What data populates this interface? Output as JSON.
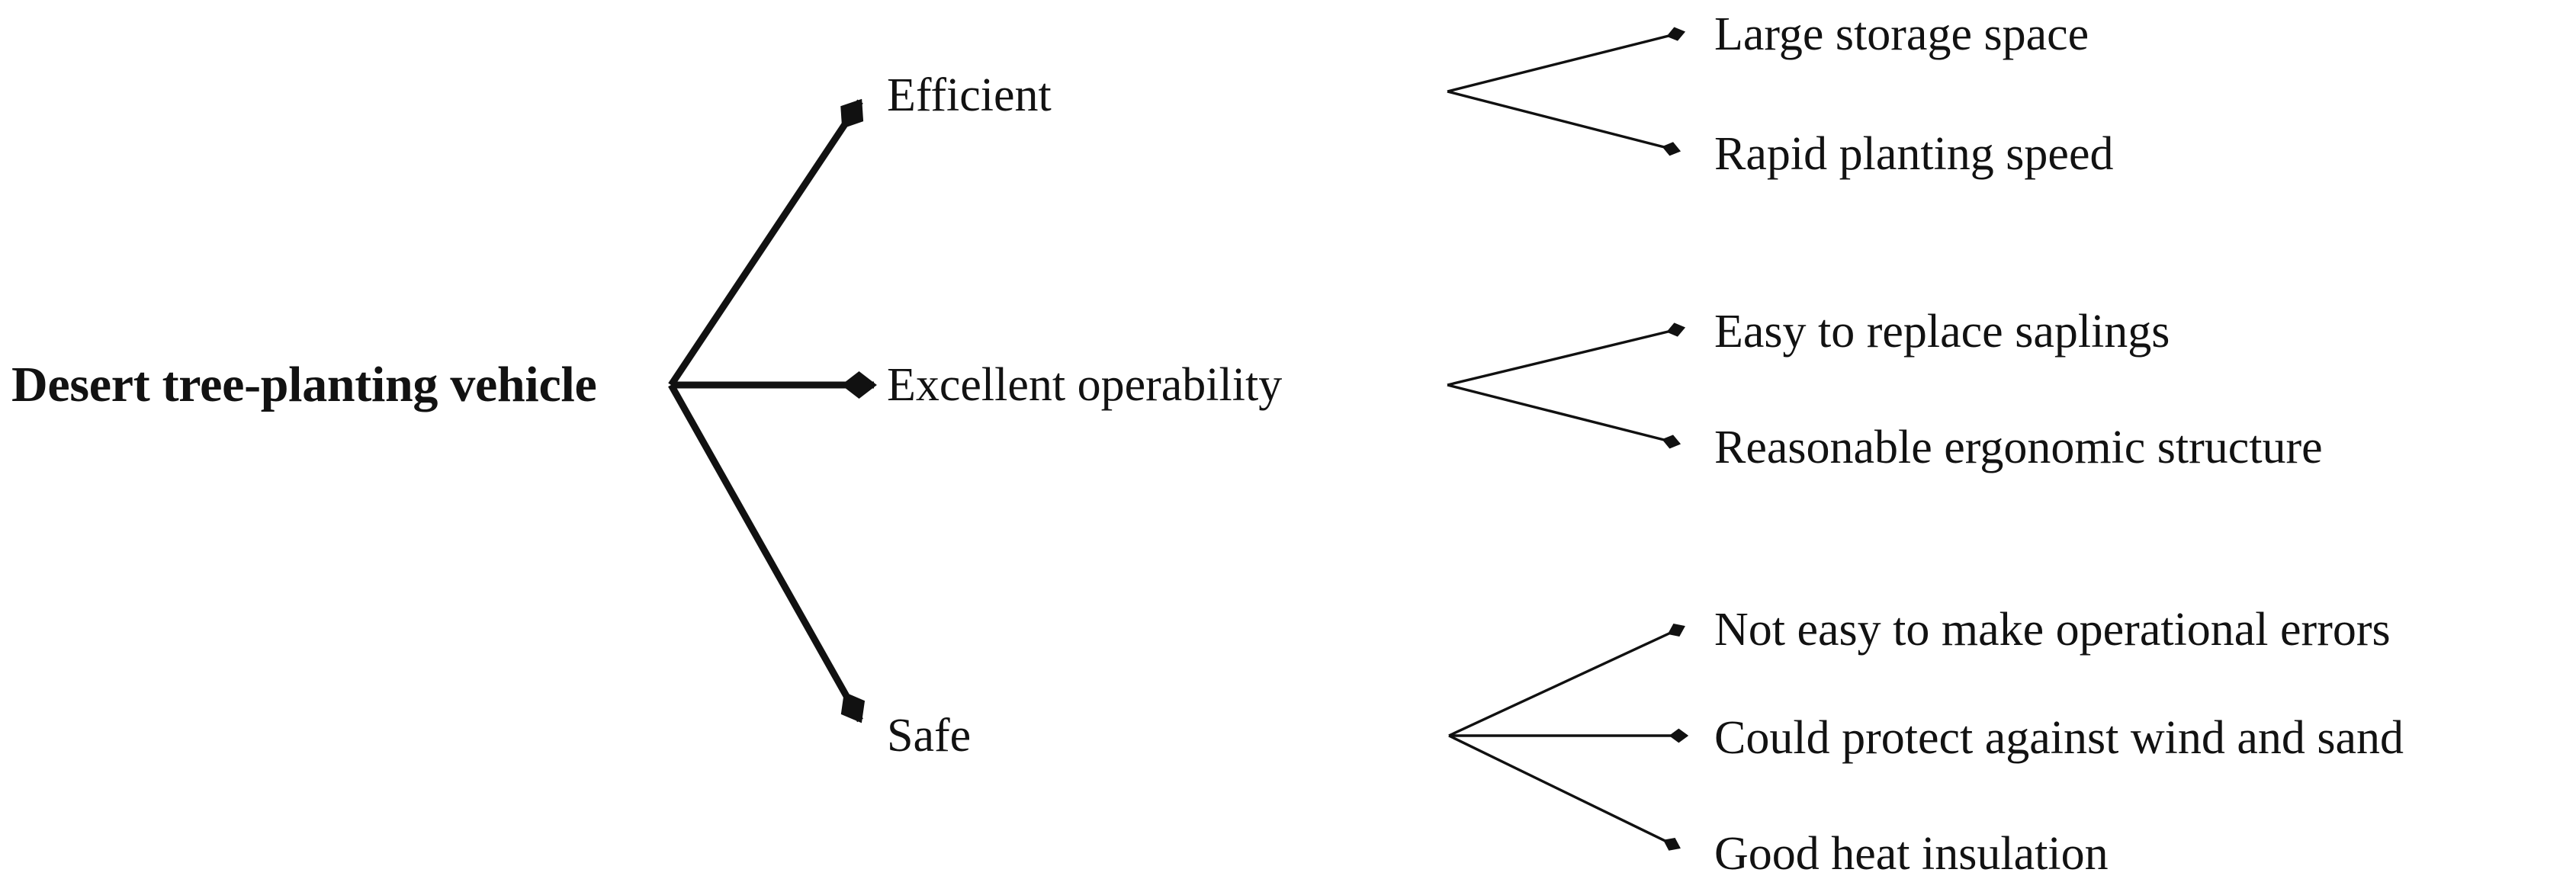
{
  "diagram": {
    "type": "tree-mindmap",
    "orientation": "left-to-right",
    "background_color": "#ffffff",
    "line_color": "#111111",
    "text_color": "#121212",
    "arrowhead_shape": "kite-diamond",
    "root": {
      "label": "Desert tree-planting vehicle"
    },
    "branches": [
      {
        "label": "Efficient",
        "leaves": [
          {
            "label": "Large storage space"
          },
          {
            "label": "Rapid planting speed"
          }
        ]
      },
      {
        "label": "Excellent operability",
        "leaves": [
          {
            "label": "Easy to replace saplings"
          },
          {
            "label": "Reasonable ergonomic structure"
          }
        ]
      },
      {
        "label": "Safe",
        "leaves": [
          {
            "label": "Not easy to make operational errors"
          },
          {
            "label": "Could protect against wind and sand"
          },
          {
            "label": "Good heat insulation"
          }
        ]
      }
    ]
  }
}
